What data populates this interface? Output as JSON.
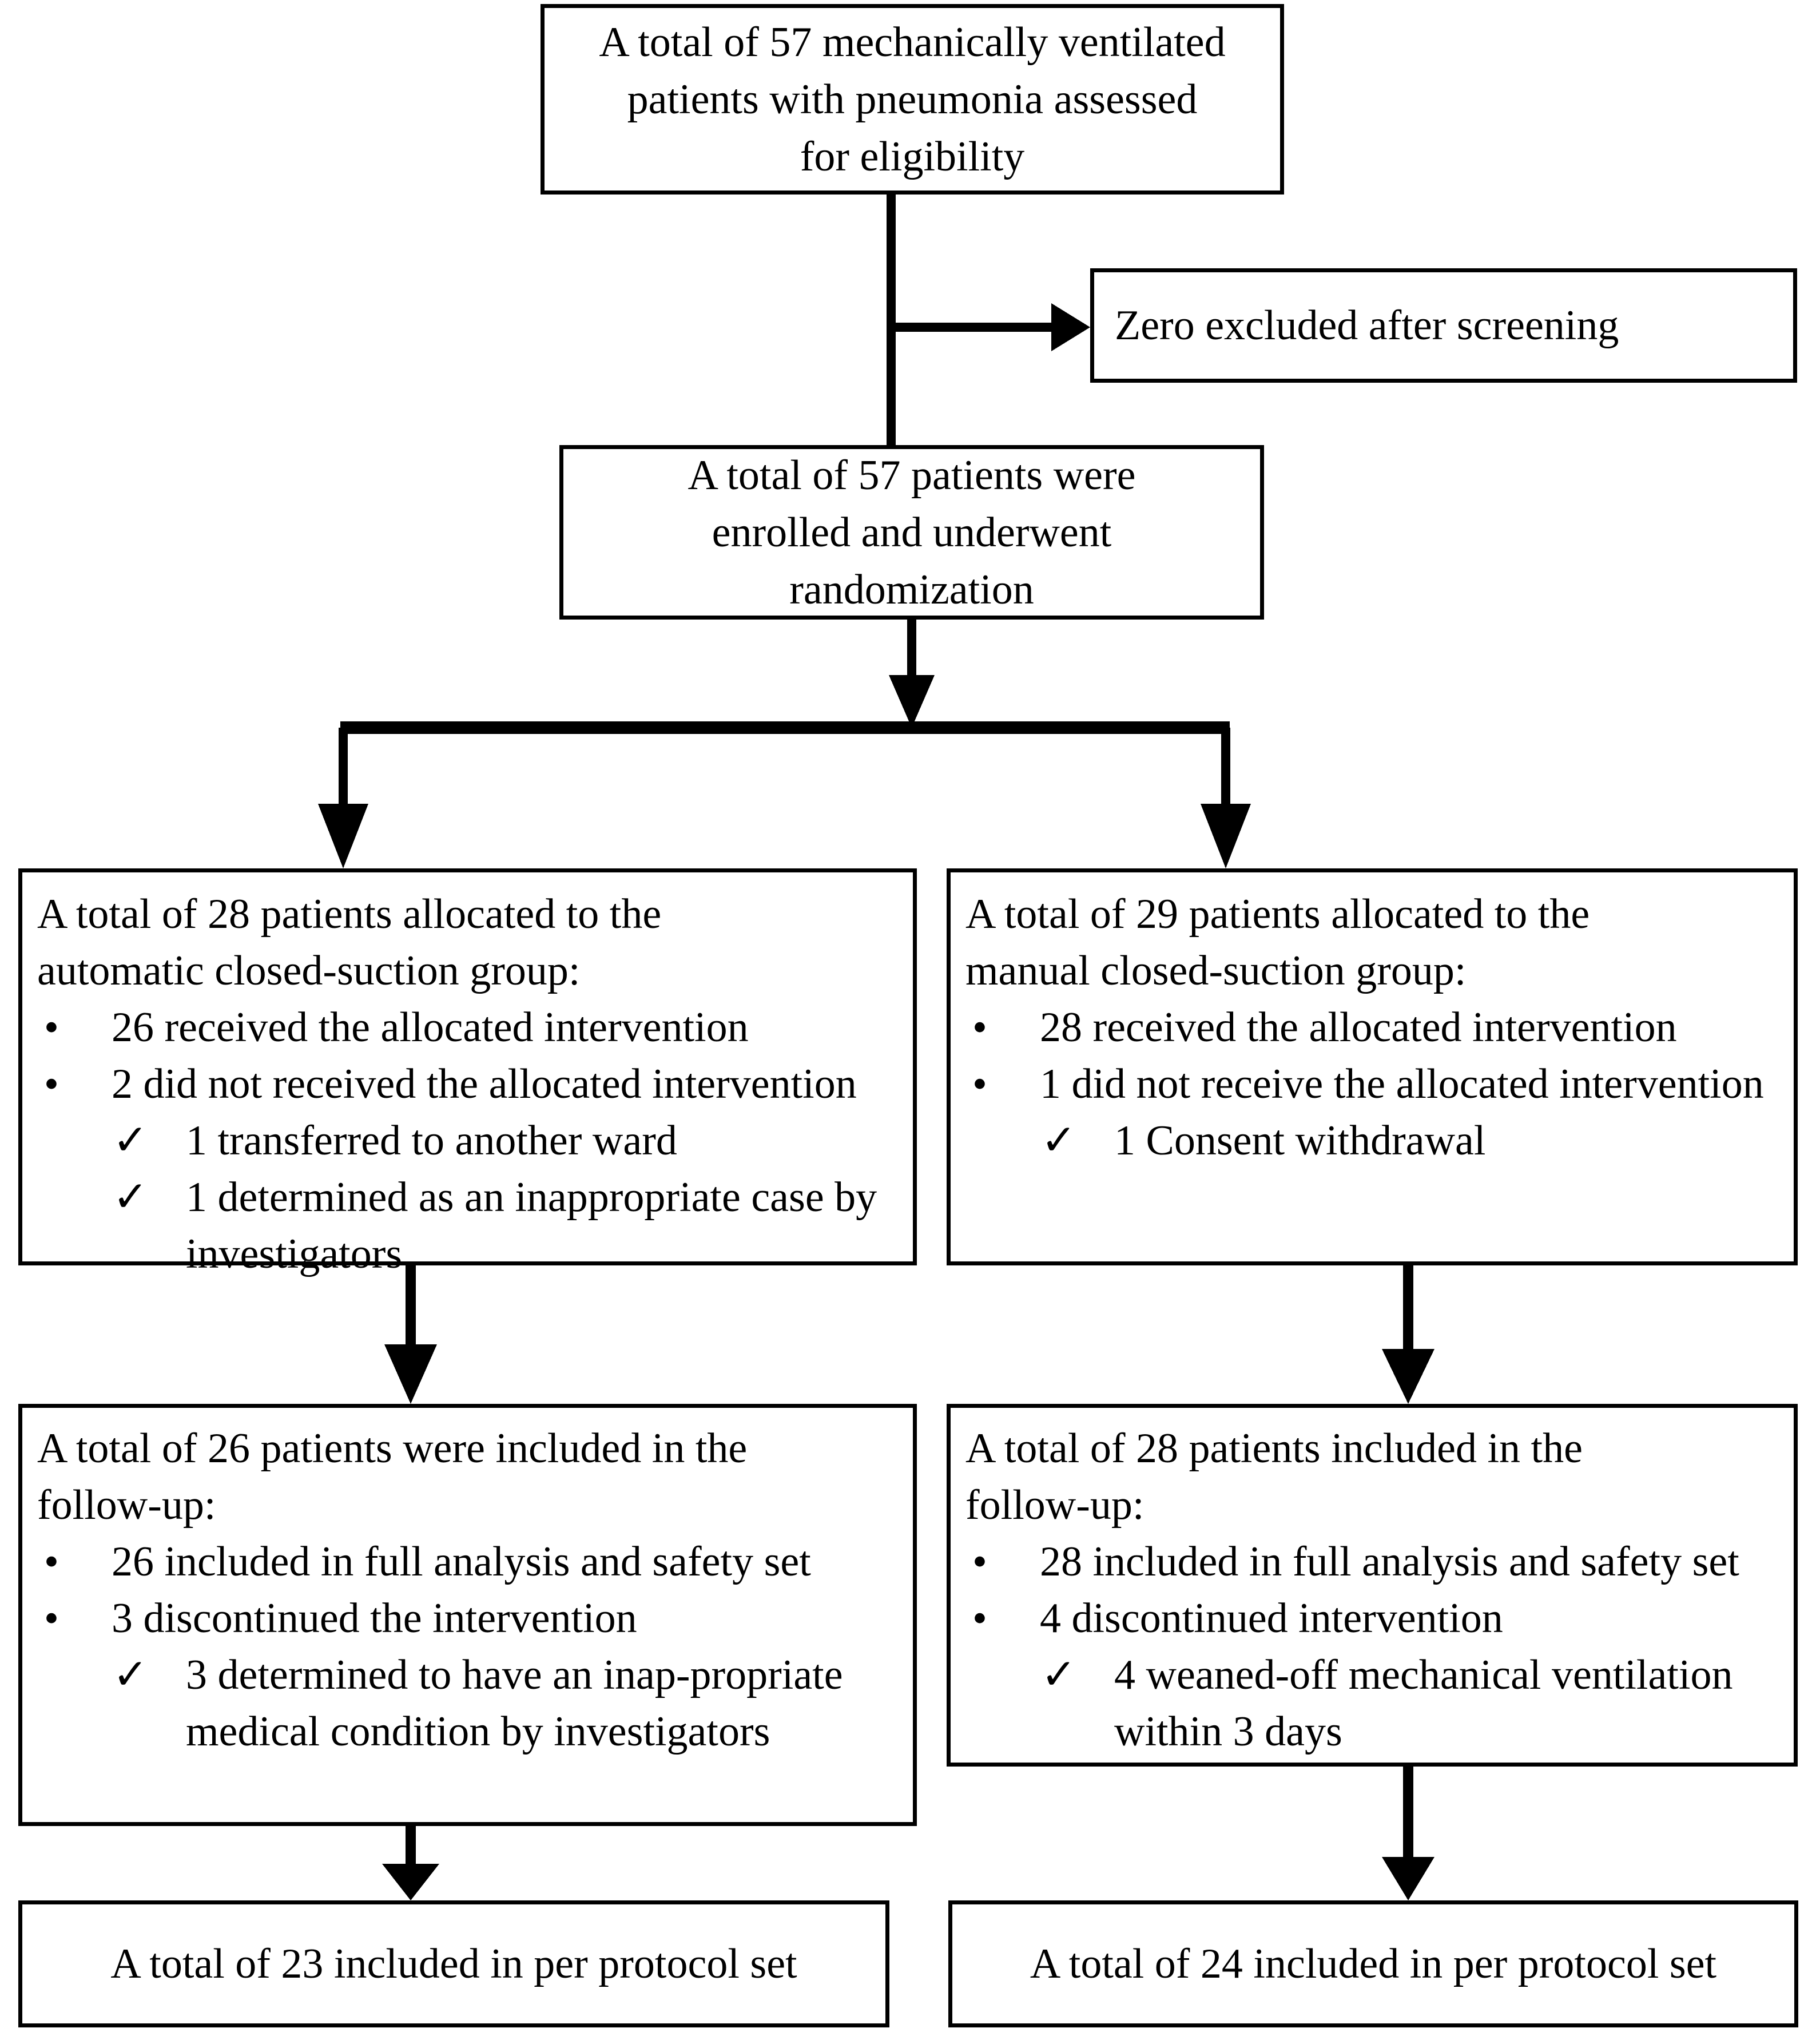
{
  "diagram": {
    "type": "consort-flow-diagram",
    "title": "CONSORT participant flow diagram",
    "stroke_color": "#000000",
    "background_color": "#ffffff"
  },
  "nodes": {
    "screened": {
      "name": "assessed-for-eligibility",
      "lines": [
        "A total of 57 mechanically ventilated",
        "patients with pneumonia assessed",
        "for eligibility"
      ]
    },
    "excluded": {
      "name": "excluded-after-screening",
      "lines": [
        "Zero excluded after screening"
      ]
    },
    "randomized": {
      "name": "enrolled-and-randomized",
      "lines": [
        "A total of 57 patients were",
        "enrolled and underwent",
        "randomization"
      ]
    },
    "alloc_left": {
      "name": "allocation-automatic-group",
      "heading_justified": "A total of 28 patients allocated to the",
      "heading_last": "automatic closed-suction group:",
      "bullets": [
        {
          "mark": "•",
          "text": "26 received the allocated intervention",
          "subs": []
        },
        {
          "mark": "•",
          "text": "2 did not received the allocated intervention",
          "subs": [
            {
              "mark": "✓",
              "text": "1 transferred to another ward"
            },
            {
              "mark": "✓",
              "text": "1 determined as an inappropriate case by investigators"
            }
          ]
        }
      ]
    },
    "alloc_right": {
      "name": "allocation-manual-group",
      "heading_justified": "A total of 29 patients allocated to the",
      "heading_last": "manual closed-suction group:",
      "bullets": [
        {
          "mark": "•",
          "text": "28 received the allocated intervention",
          "subs": []
        },
        {
          "mark": "•",
          "text": "1 did not receive the allocated intervention",
          "subs": [
            {
              "mark": "✓",
              "text": "1 Consent withdrawal"
            }
          ]
        }
      ]
    },
    "follow_left": {
      "name": "follow-up-automatic-group",
      "heading_justified": "A total of 26 patients were included in the",
      "heading_last": "follow-up:",
      "bullets": [
        {
          "mark": "•",
          "text": "26 included in full analysis and safety set",
          "subs": []
        },
        {
          "mark": "•",
          "text": "3 discontinued the intervention",
          "subs": [
            {
              "mark": "✓",
              "text": "3 determined to have an inap-propriate medical condition by investigators"
            }
          ]
        }
      ]
    },
    "follow_right": {
      "name": "follow-up-manual-group",
      "heading_justified": "A total of 28 patients included in the",
      "heading_last": "follow-up:",
      "bullets": [
        {
          "mark": "•",
          "text": "28 included in full analysis and safety set",
          "subs": []
        },
        {
          "mark": "•",
          "text": "4 discontinued intervention",
          "subs": [
            {
              "mark": "✓",
              "text": "4 weaned-off mechanical ventilation within 3 days"
            }
          ]
        }
      ]
    },
    "pp_left": {
      "name": "per-protocol-set-automatic",
      "lines": [
        "A total of 23 included in per protocol set"
      ]
    },
    "pp_right": {
      "name": "per-protocol-set-manual",
      "lines": [
        "A total of 24 included in per protocol set"
      ]
    }
  },
  "chart_data": {
    "type": "flowchart",
    "title": "CONSORT flow of participants",
    "nodes": [
      {
        "id": "screened",
        "label": "A total of 57 mechanically ventilated patients with pneumonia assessed for eligibility",
        "count": 57
      },
      {
        "id": "excluded",
        "label": "Zero excluded after screening",
        "count": 0
      },
      {
        "id": "randomized",
        "label": "A total of 57 patients were enrolled and underwent randomization",
        "count": 57
      },
      {
        "id": "alloc_left",
        "label": "A total of 28 patients allocated to the automatic closed-suction group",
        "count": 28
      },
      {
        "id": "alloc_right",
        "label": "A total of 29 patients allocated to the manual closed-suction group",
        "count": 29
      },
      {
        "id": "follow_left",
        "label": "A total of 26 patients were included in the follow-up",
        "count": 26
      },
      {
        "id": "follow_right",
        "label": "A total of 28 patients included in the follow-up",
        "count": 28
      },
      {
        "id": "pp_left",
        "label": "A total of 23 included in per protocol set",
        "count": 23
      },
      {
        "id": "pp_right",
        "label": "A total of 24 included in per protocol set",
        "count": 24
      }
    ],
    "edges": [
      {
        "from": "screened",
        "to": "excluded",
        "style": "arrow-right"
      },
      {
        "from": "screened",
        "to": "randomized",
        "style": "arrow-down"
      },
      {
        "from": "randomized",
        "to": "alloc_left",
        "style": "split-arrow-down"
      },
      {
        "from": "randomized",
        "to": "alloc_right",
        "style": "split-arrow-down"
      },
      {
        "from": "alloc_left",
        "to": "follow_left",
        "style": "arrow-down"
      },
      {
        "from": "alloc_right",
        "to": "follow_right",
        "style": "arrow-down"
      },
      {
        "from": "follow_left",
        "to": "pp_left",
        "style": "arrow-down"
      },
      {
        "from": "follow_right",
        "to": "pp_right",
        "style": "arrow-down"
      }
    ]
  }
}
